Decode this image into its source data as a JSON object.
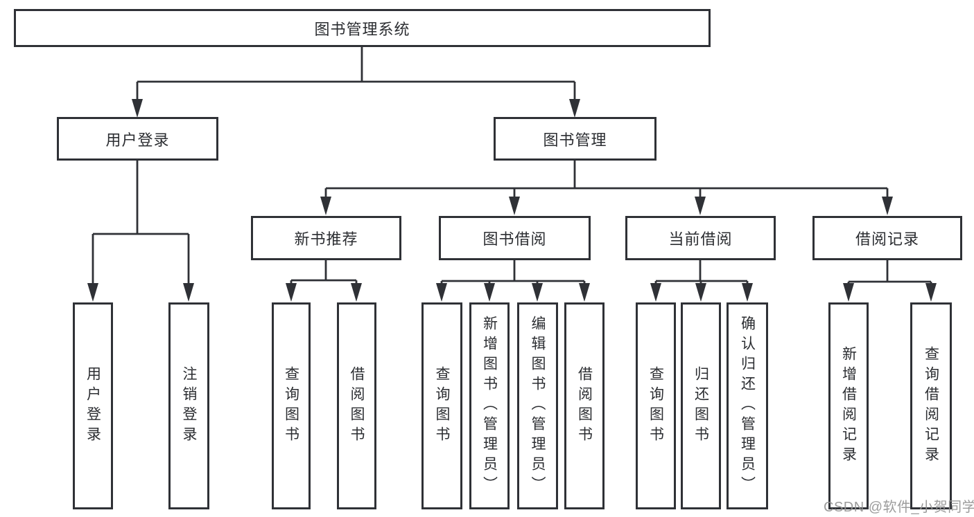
{
  "diagram_type": "hierarchy-diagram",
  "nodes": {
    "root": {
      "label": "图书管理系统"
    },
    "user_login": {
      "label": "用户登录"
    },
    "book_mgmt": {
      "label": "图书管理"
    },
    "new_book_rec": {
      "label": "新书推荐"
    },
    "book_borrow": {
      "label": "图书借阅"
    },
    "current_borrow": {
      "label": "当前借阅"
    },
    "borrow_records": {
      "label": "借阅记录"
    },
    "user_login_leaf": {
      "label": "用户登录"
    },
    "logout_leaf": {
      "label": "注销登录"
    },
    "rec_query_books": {
      "label": "查询图书"
    },
    "rec_borrow_books": {
      "label": "借阅图书"
    },
    "bb_query_books": {
      "label": "查询图书"
    },
    "bb_add_books": {
      "label": "新增图书（管理员）"
    },
    "bb_edit_books": {
      "label": "编辑图书（管理员）"
    },
    "bb_borrow_books": {
      "label": "借阅图书"
    },
    "cb_query_books": {
      "label": "查询图书"
    },
    "cb_return_books": {
      "label": "归还图书"
    },
    "cb_confirm_return": {
      "label": "确认归还（管理员）"
    },
    "br_add_record": {
      "label": "新增借阅记录"
    },
    "br_query_record": {
      "label": "查询借阅记录"
    }
  },
  "hierarchy": {
    "root": [
      "user_login",
      "book_mgmt"
    ],
    "user_login": [
      "user_login_leaf",
      "logout_leaf"
    ],
    "book_mgmt": [
      "new_book_rec",
      "book_borrow",
      "current_borrow",
      "borrow_records"
    ],
    "new_book_rec": [
      "rec_query_books",
      "rec_borrow_books"
    ],
    "book_borrow": [
      "bb_query_books",
      "bb_add_books",
      "bb_edit_books",
      "bb_borrow_books"
    ],
    "current_borrow": [
      "cb_query_books",
      "cb_return_books",
      "cb_confirm_return"
    ],
    "borrow_records": [
      "br_add_record",
      "br_query_record"
    ]
  },
  "watermark": {
    "text": "CSDN @软件_小贺同学",
    "color": "#949494"
  },
  "colors": {
    "background": "#ffffff",
    "line": "#2f3136",
    "box_border": "#2f3136",
    "text": "#2b2d31"
  }
}
